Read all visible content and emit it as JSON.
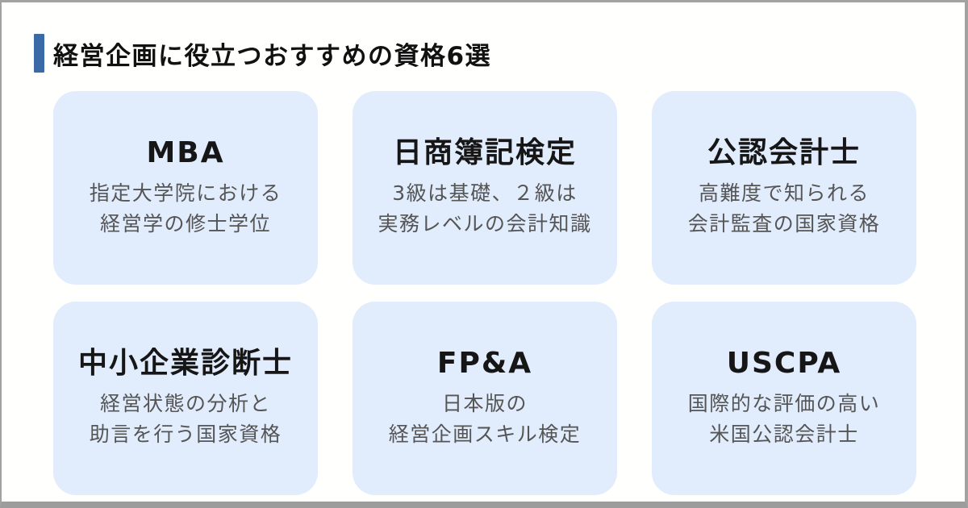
{
  "page": {
    "title": "経営企画に役立つおすすめの資格6選",
    "colors": {
      "accent_bar": "#3b6aa6",
      "card_background": "#e1ecfc",
      "frame_border": "#a2a2a2",
      "title_text": "#111111",
      "card_title_text": "#161616",
      "card_desc_text": "#555555",
      "page_background": "#fffffe"
    }
  },
  "cards": [
    {
      "title": "MBA",
      "desc_line1": "指定大学院における",
      "desc_line2": "経営学の修士学位"
    },
    {
      "title": "日商簿記検定",
      "desc_line1": "3級は基礎、２級は",
      "desc_line2": "実務レベルの会計知識"
    },
    {
      "title": "公認会計士",
      "desc_line1": "高難度で知られる",
      "desc_line2": "会計監査の国家資格"
    },
    {
      "title": "中小企業診断士",
      "desc_line1": "経営状態の分析と",
      "desc_line2": "助言を行う国家資格"
    },
    {
      "title": "FP&A",
      "desc_line1": "日本版の",
      "desc_line2": "経営企画スキル検定"
    },
    {
      "title": "USCPA",
      "desc_line1": "国際的な評価の高い",
      "desc_line2": "米国公認会計士"
    }
  ]
}
